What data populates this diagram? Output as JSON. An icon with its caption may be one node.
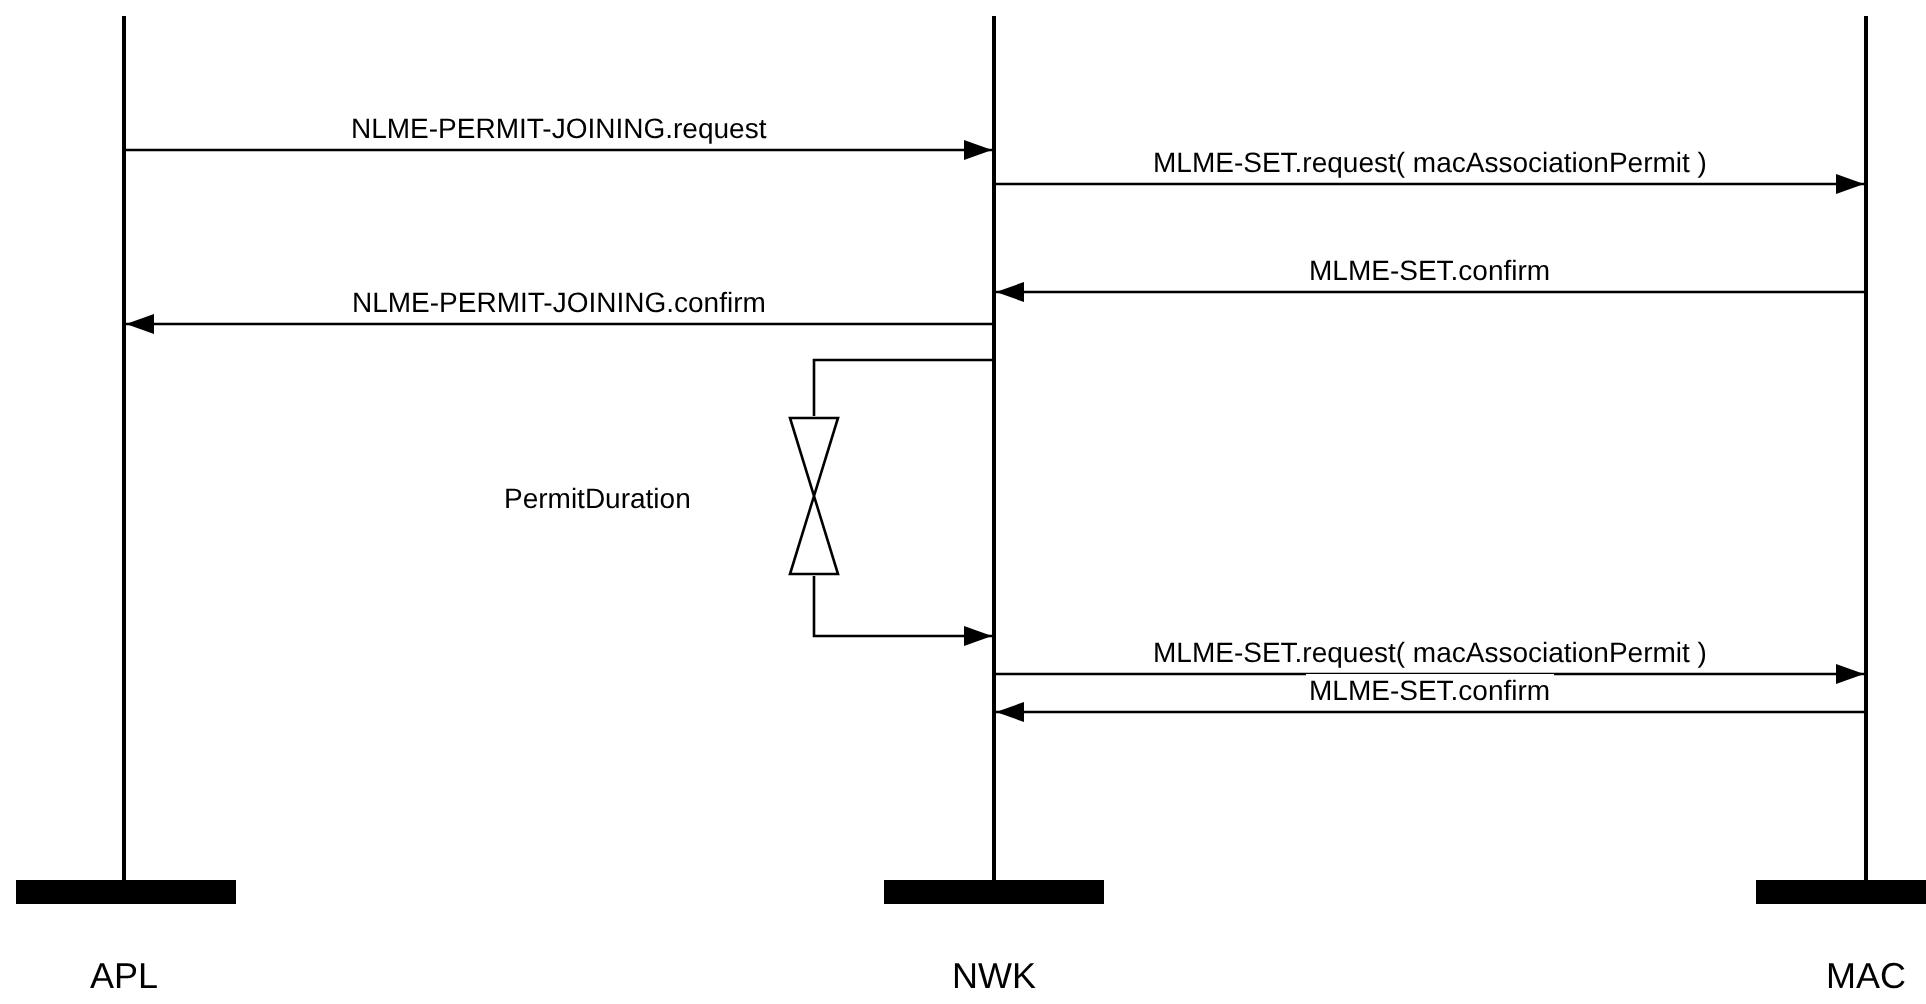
{
  "diagram": {
    "nodes": [
      {
        "text": [
          "APL"
        ]
      },
      {
        "text": [
          "NWK"
        ]
      },
      {
        "text": [
          "MAC"
        ]
      },
      {
        "text": [],
        "shape": "hourglass",
        "beside": [
          "PermitDuration"
        ]
      }
    ],
    "edges": [
      {
        "from": 0,
        "to": 1,
        "arrow": "to",
        "label": "NLME-PERMIT-JOINING.request"
      },
      {
        "from": 1,
        "to": 2,
        "arrow": "to",
        "label": "MLME-SET.request( macAssociationPermit )"
      },
      {
        "from": 2,
        "to": 1,
        "arrow": "to",
        "label": "MLME-SET.confirm"
      },
      {
        "from": 1,
        "to": 0,
        "arrow": "to",
        "label": "NLME-PERMIT-JOINING.confirm"
      },
      {
        "from": 1,
        "to": 3,
        "arrow": "none"
      },
      {
        "from": 3,
        "to": 1,
        "arrow": "to"
      },
      {
        "from": 1,
        "to": 2,
        "arrow": "to",
        "label": "MLME-SET.request( macAssociationPermit )"
      },
      {
        "from": 2,
        "to": 1,
        "arrow": "to",
        "label": "MLME-SET.confirm"
      }
    ]
  }
}
